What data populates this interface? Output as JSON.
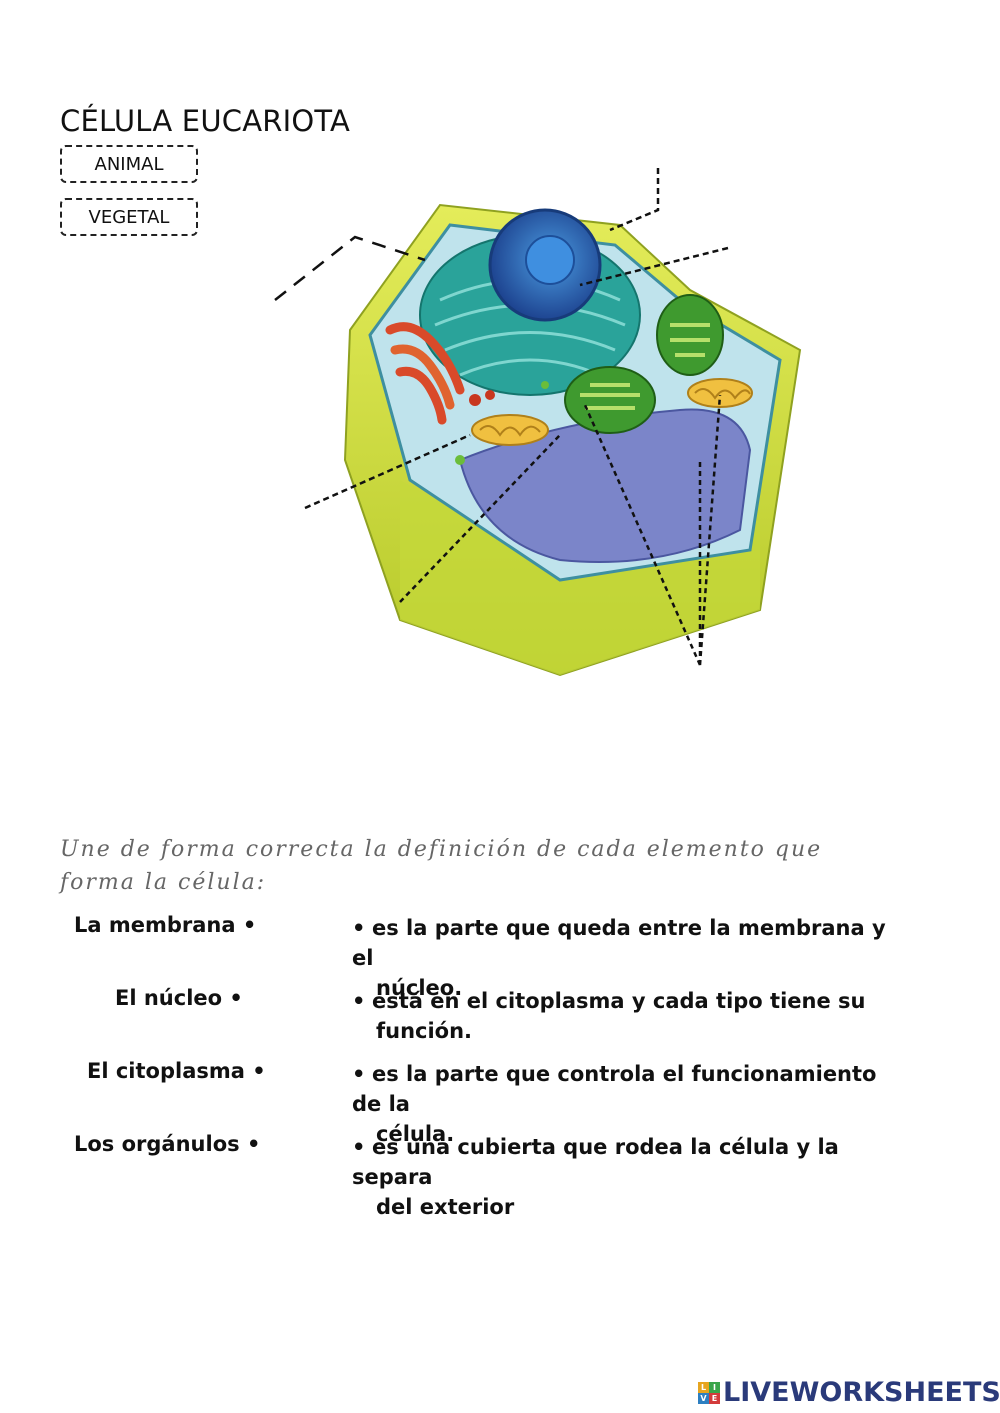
{
  "title": "CÉLULA EUCARIOTA",
  "options": [
    "ANIMAL",
    "VEGETAL"
  ],
  "instructions": "Une de forma correcta la definición de cada elemento que forma la célula:",
  "terms": [
    "La membrana •",
    "El núcleo •",
    "El citoplasma •",
    "Los orgánulos •"
  ],
  "definitions": [
    {
      "line1": "es la parte que queda entre la membrana y el",
      "line2": "núcleo."
    },
    {
      "line1": "está en el citoplasma y cada tipo tiene su",
      "line2": "función."
    },
    {
      "line1": "es la parte que controla el funcionamiento de la",
      "line2": "célula."
    },
    {
      "line1": "es una cubierta que rodea la célula y la separa",
      "line2": "del exterior"
    }
  ],
  "bullet": "•",
  "brand": {
    "name": "LIVEWORKSHEETS",
    "logo_letters": [
      "L",
      "I",
      "V",
      "E"
    ],
    "logo_colors": [
      "#e6a520",
      "#3aa54a",
      "#2d7fc1",
      "#d33b3b"
    ]
  },
  "colors": {
    "wall": "#cddc39",
    "cytoplasm": "#bfe3ec",
    "nucleus": "#2f6fb8",
    "vacuole": "#7b85c9",
    "chloroplast": "#3f9a2f",
    "golgi": "#d94a2a",
    "mitochondria": "#f0c040",
    "er": "#2aa39a"
  }
}
